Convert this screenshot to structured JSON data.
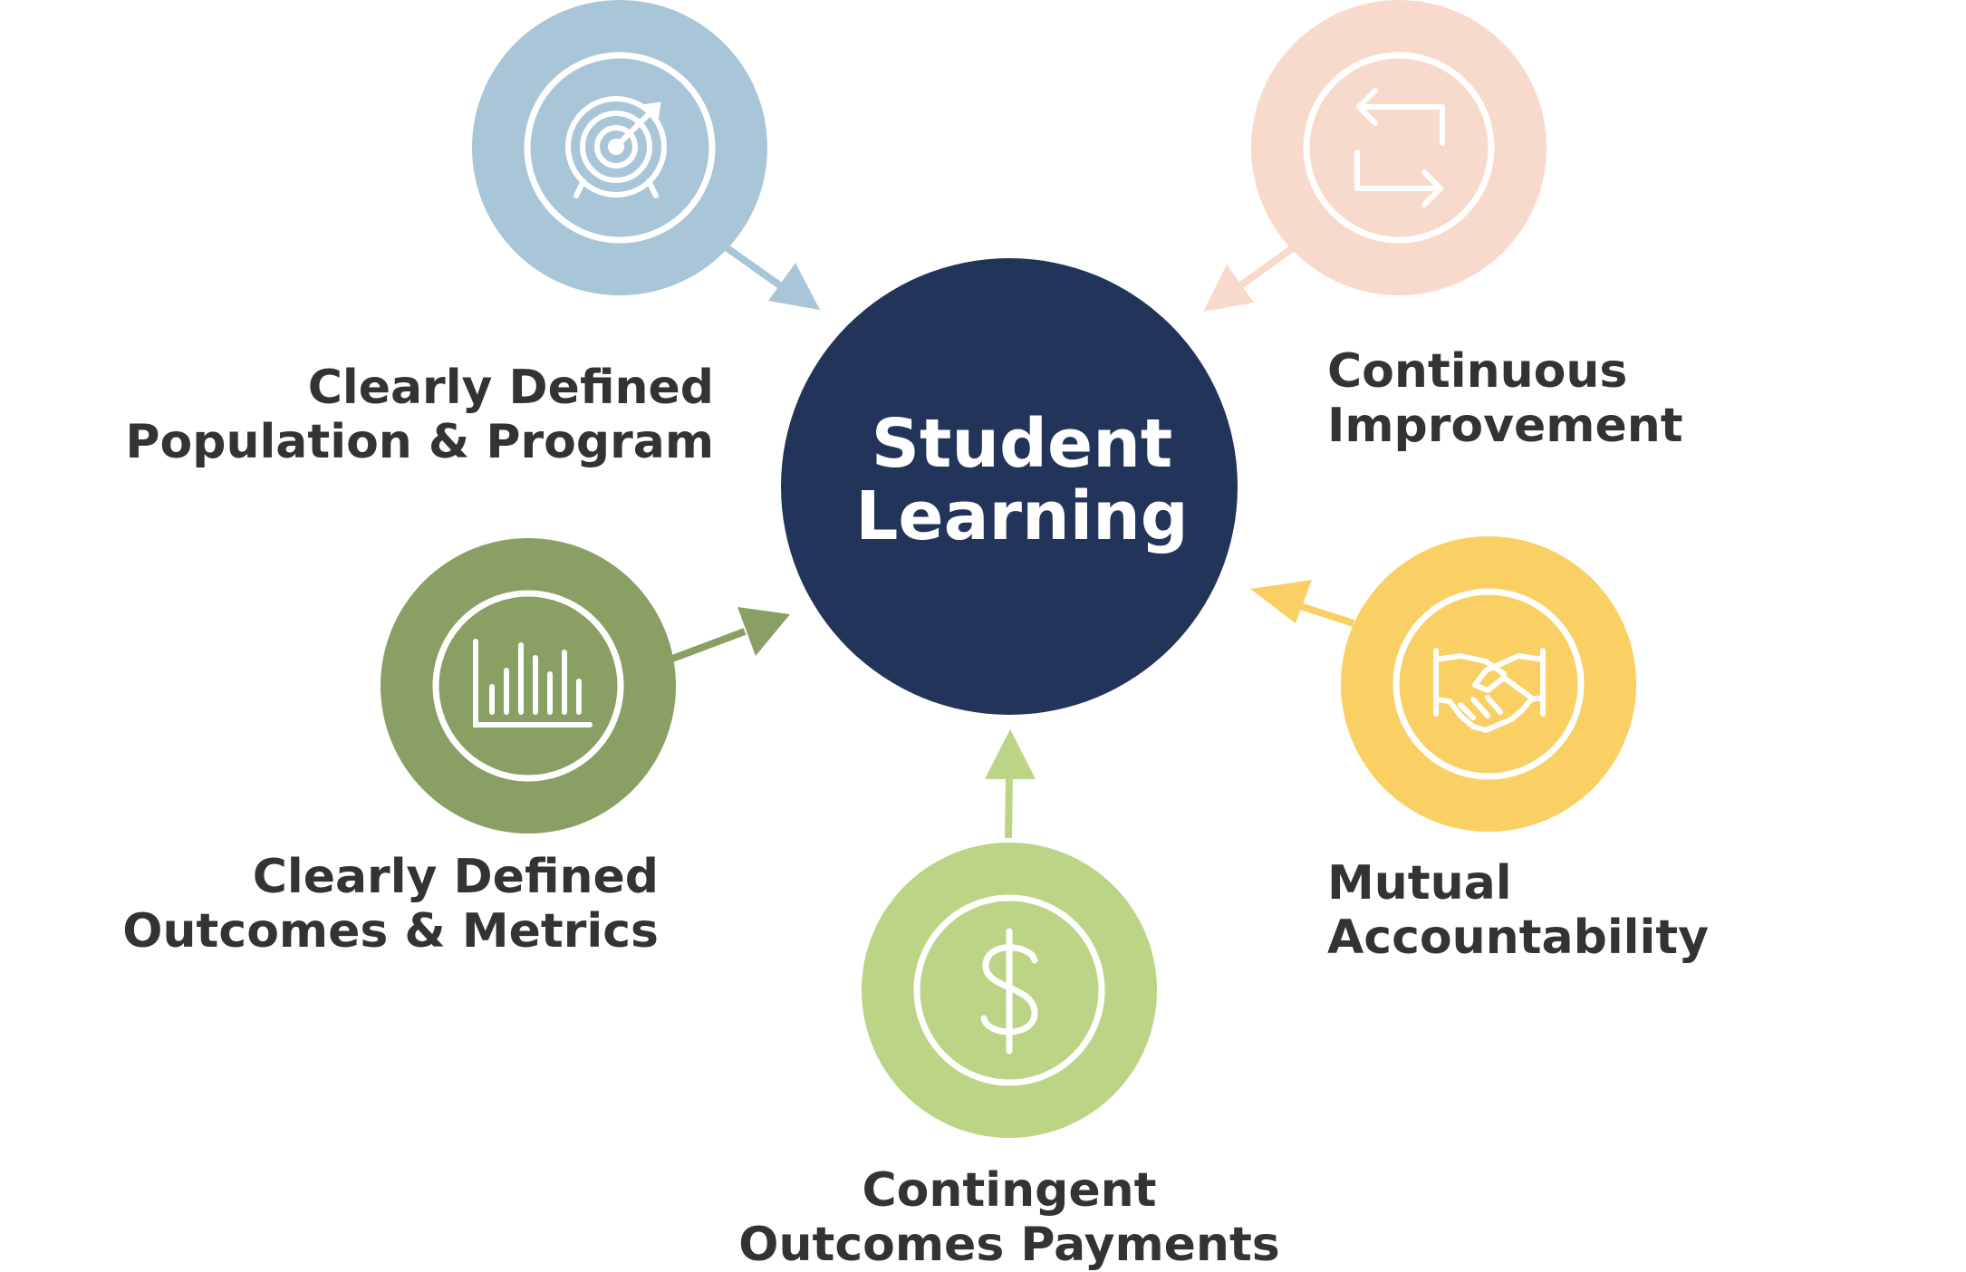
{
  "center": {
    "line1": "Student",
    "line2": "Learning",
    "color": "#22345a"
  },
  "nodes": [
    {
      "id": "population",
      "lines": [
        "Clearly Defined",
        "Population & Program"
      ],
      "icon": "target-icon",
      "color": "#a9c6d8"
    },
    {
      "id": "improvement",
      "lines": [
        "Continuous",
        "Improvement"
      ],
      "icon": "cycle-arrows-icon",
      "color": "#f8dacd"
    },
    {
      "id": "metrics",
      "lines": [
        "Clearly Defined",
        "Outcomes & Metrics"
      ],
      "icon": "bar-chart-icon",
      "color": "#8a9f63"
    },
    {
      "id": "accountability",
      "lines": [
        "Mutual",
        "Accountability"
      ],
      "icon": "handshake-icon",
      "color": "#fad064"
    },
    {
      "id": "payments",
      "lines": [
        "Contingent",
        "Outcomes Payments"
      ],
      "icon": "dollar-icon",
      "color": "#bcd485"
    }
  ],
  "text_color": "#333333",
  "icon_stroke": "#ffffff"
}
